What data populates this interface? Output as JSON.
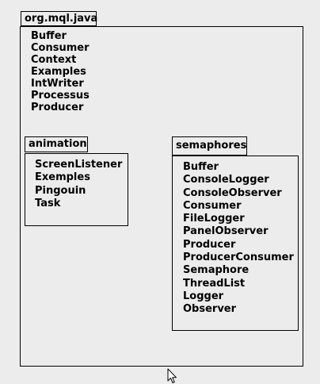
{
  "package": {
    "name": "org.mql.java",
    "classes": [
      "Buffer",
      "Consumer",
      "Context",
      "Examples",
      "IntWriter",
      "Processus",
      "Producer"
    ]
  },
  "subpackages": [
    {
      "name": "animation",
      "classes": [
        "ScreenListener",
        "Exemples",
        "Pingouin",
        "Task"
      ]
    },
    {
      "name": "semaphores",
      "classes": [
        "Buffer",
        "ConsoleLogger",
        "ConsoleObserver",
        "Consumer",
        "FileLogger",
        "PanelObserver",
        "Producer",
        "ProducerConsumer",
        "Semaphore",
        "ThreadList",
        "Logger",
        "Observer"
      ]
    }
  ],
  "icons": {
    "cursor": "mouse-pointer-icon"
  }
}
